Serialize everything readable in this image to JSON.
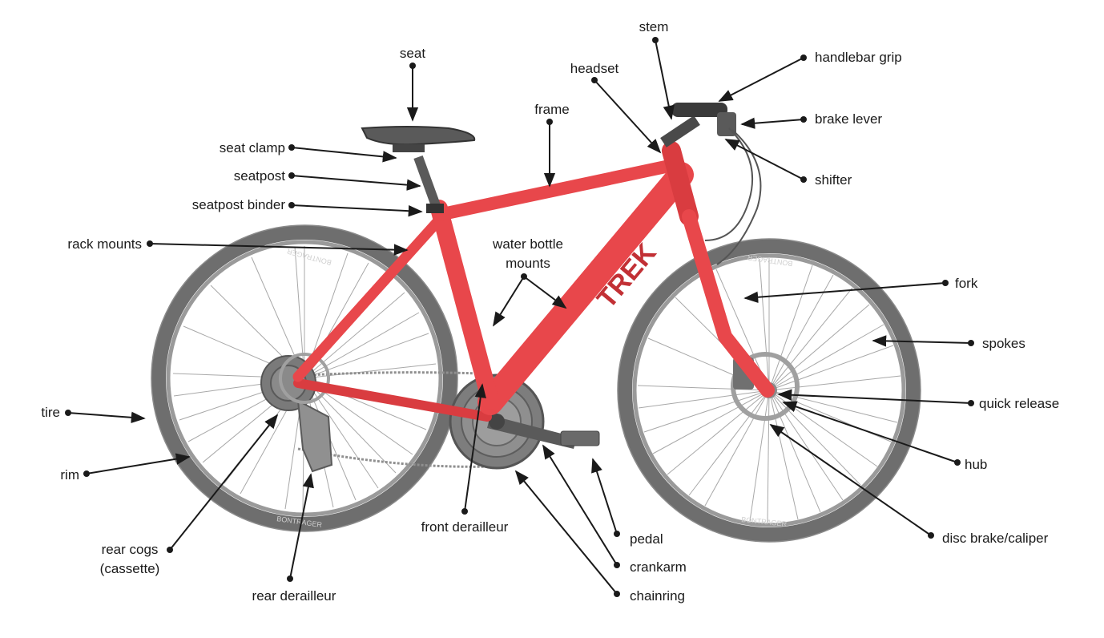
{
  "labels": {
    "seat": "seat",
    "stem": "stem",
    "handlebar_grip": "handlebar grip",
    "headset": "headset",
    "brake_lever": "brake lever",
    "frame": "frame",
    "seat_clamp": "seat clamp",
    "shifter": "shifter",
    "seatpost": "seatpost",
    "seatpost_binder": "seatpost binder",
    "rack_mounts": "rack mounts",
    "water_bottle_mounts_line1": "water bottle",
    "water_bottle_mounts_line2": "mounts",
    "fork": "fork",
    "spokes": "spokes",
    "quick_release": "quick release",
    "tire": "tire",
    "hub": "hub",
    "rim": "rim",
    "front_derailleur": "front derailleur",
    "pedal": "pedal",
    "disc_brake_caliper": "disc brake/caliper",
    "rear_cogs_line1": "rear cogs",
    "rear_cogs_line2": "(cassette)",
    "crankarm": "crankarm",
    "rear_derailleur": "rear derailleur",
    "chainring": "chainring"
  },
  "tire_branding": "BONTRAGER",
  "colors": {
    "frame": "#e8474b",
    "frame_dark": "#c63236",
    "wheel_gray": "#9a9a9a",
    "tire_gray": "#6e6e6e",
    "label_text": "#1a1a1a",
    "leader_line": "#1a1a1a"
  }
}
